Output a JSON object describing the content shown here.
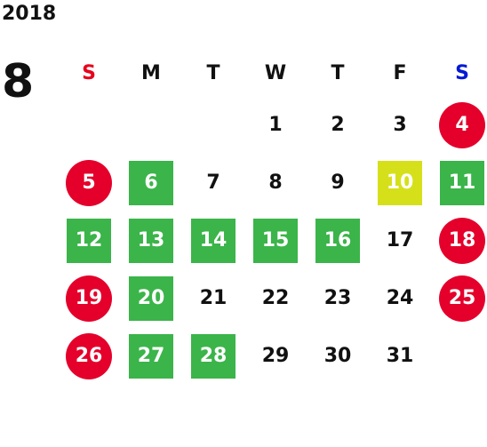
{
  "calendar": {
    "year": "2018",
    "month": "8",
    "weekdays": [
      "S",
      "M",
      "T",
      "W",
      "T",
      "F",
      "S"
    ],
    "colors": {
      "sunday_header": "#e8001c",
      "saturday_header": "#0019d6",
      "red_circle": "#e4002b",
      "green_square": "#3bb44a",
      "yellow_square": "#d6e01a"
    },
    "weeks": [
      [
        {
          "day": "",
          "style": "empty"
        },
        {
          "day": "",
          "style": "empty"
        },
        {
          "day": "",
          "style": "empty"
        },
        {
          "day": "1",
          "style": "plain"
        },
        {
          "day": "2",
          "style": "plain"
        },
        {
          "day": "3",
          "style": "plain"
        },
        {
          "day": "4",
          "style": "red"
        }
      ],
      [
        {
          "day": "5",
          "style": "red"
        },
        {
          "day": "6",
          "style": "green"
        },
        {
          "day": "7",
          "style": "plain"
        },
        {
          "day": "8",
          "style": "plain"
        },
        {
          "day": "9",
          "style": "plain"
        },
        {
          "day": "10",
          "style": "yellow"
        },
        {
          "day": "11",
          "style": "green"
        }
      ],
      [
        {
          "day": "12",
          "style": "green"
        },
        {
          "day": "13",
          "style": "green"
        },
        {
          "day": "14",
          "style": "green"
        },
        {
          "day": "15",
          "style": "green"
        },
        {
          "day": "16",
          "style": "green"
        },
        {
          "day": "17",
          "style": "plain"
        },
        {
          "day": "18",
          "style": "red"
        }
      ],
      [
        {
          "day": "19",
          "style": "red"
        },
        {
          "day": "20",
          "style": "green"
        },
        {
          "day": "21",
          "style": "plain"
        },
        {
          "day": "22",
          "style": "plain"
        },
        {
          "day": "23",
          "style": "plain"
        },
        {
          "day": "24",
          "style": "plain"
        },
        {
          "day": "25",
          "style": "red"
        }
      ],
      [
        {
          "day": "26",
          "style": "red"
        },
        {
          "day": "27",
          "style": "green"
        },
        {
          "day": "28",
          "style": "green"
        },
        {
          "day": "29",
          "style": "plain"
        },
        {
          "day": "30",
          "style": "plain"
        },
        {
          "day": "31",
          "style": "plain"
        },
        {
          "day": "",
          "style": "empty"
        }
      ]
    ]
  }
}
